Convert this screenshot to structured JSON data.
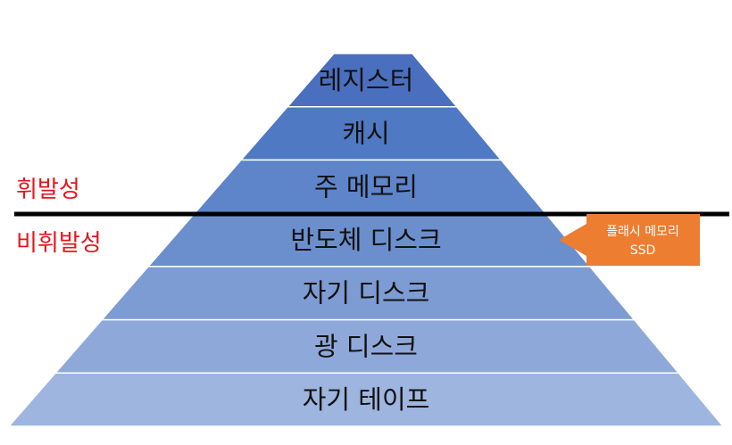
{
  "pyramid": {
    "tiers": [
      {
        "label": "레지스터",
        "color": "#4a6fbf"
      },
      {
        "label": "캐시",
        "color": "#5079c3"
      },
      {
        "label": "주 메모리",
        "color": "#5e85c9"
      },
      {
        "label": "반도체 디스크",
        "color": "#6b8fcd"
      },
      {
        "label": "자기 디스크",
        "color": "#7c9cd3"
      },
      {
        "label": "광 디스크",
        "color": "#8ea9d9"
      },
      {
        "label": "자기 테이프",
        "color": "#9db5df"
      }
    ]
  },
  "divider": {
    "color": "#000000"
  },
  "side_labels": {
    "volatile": "휘발성",
    "nonvolatile": "비휘발성",
    "color": "#e8141b"
  },
  "callout": {
    "line1": "플래시 메모리",
    "line2": "SSD",
    "color": "#ed7d31",
    "arrow": "left-arrow"
  }
}
